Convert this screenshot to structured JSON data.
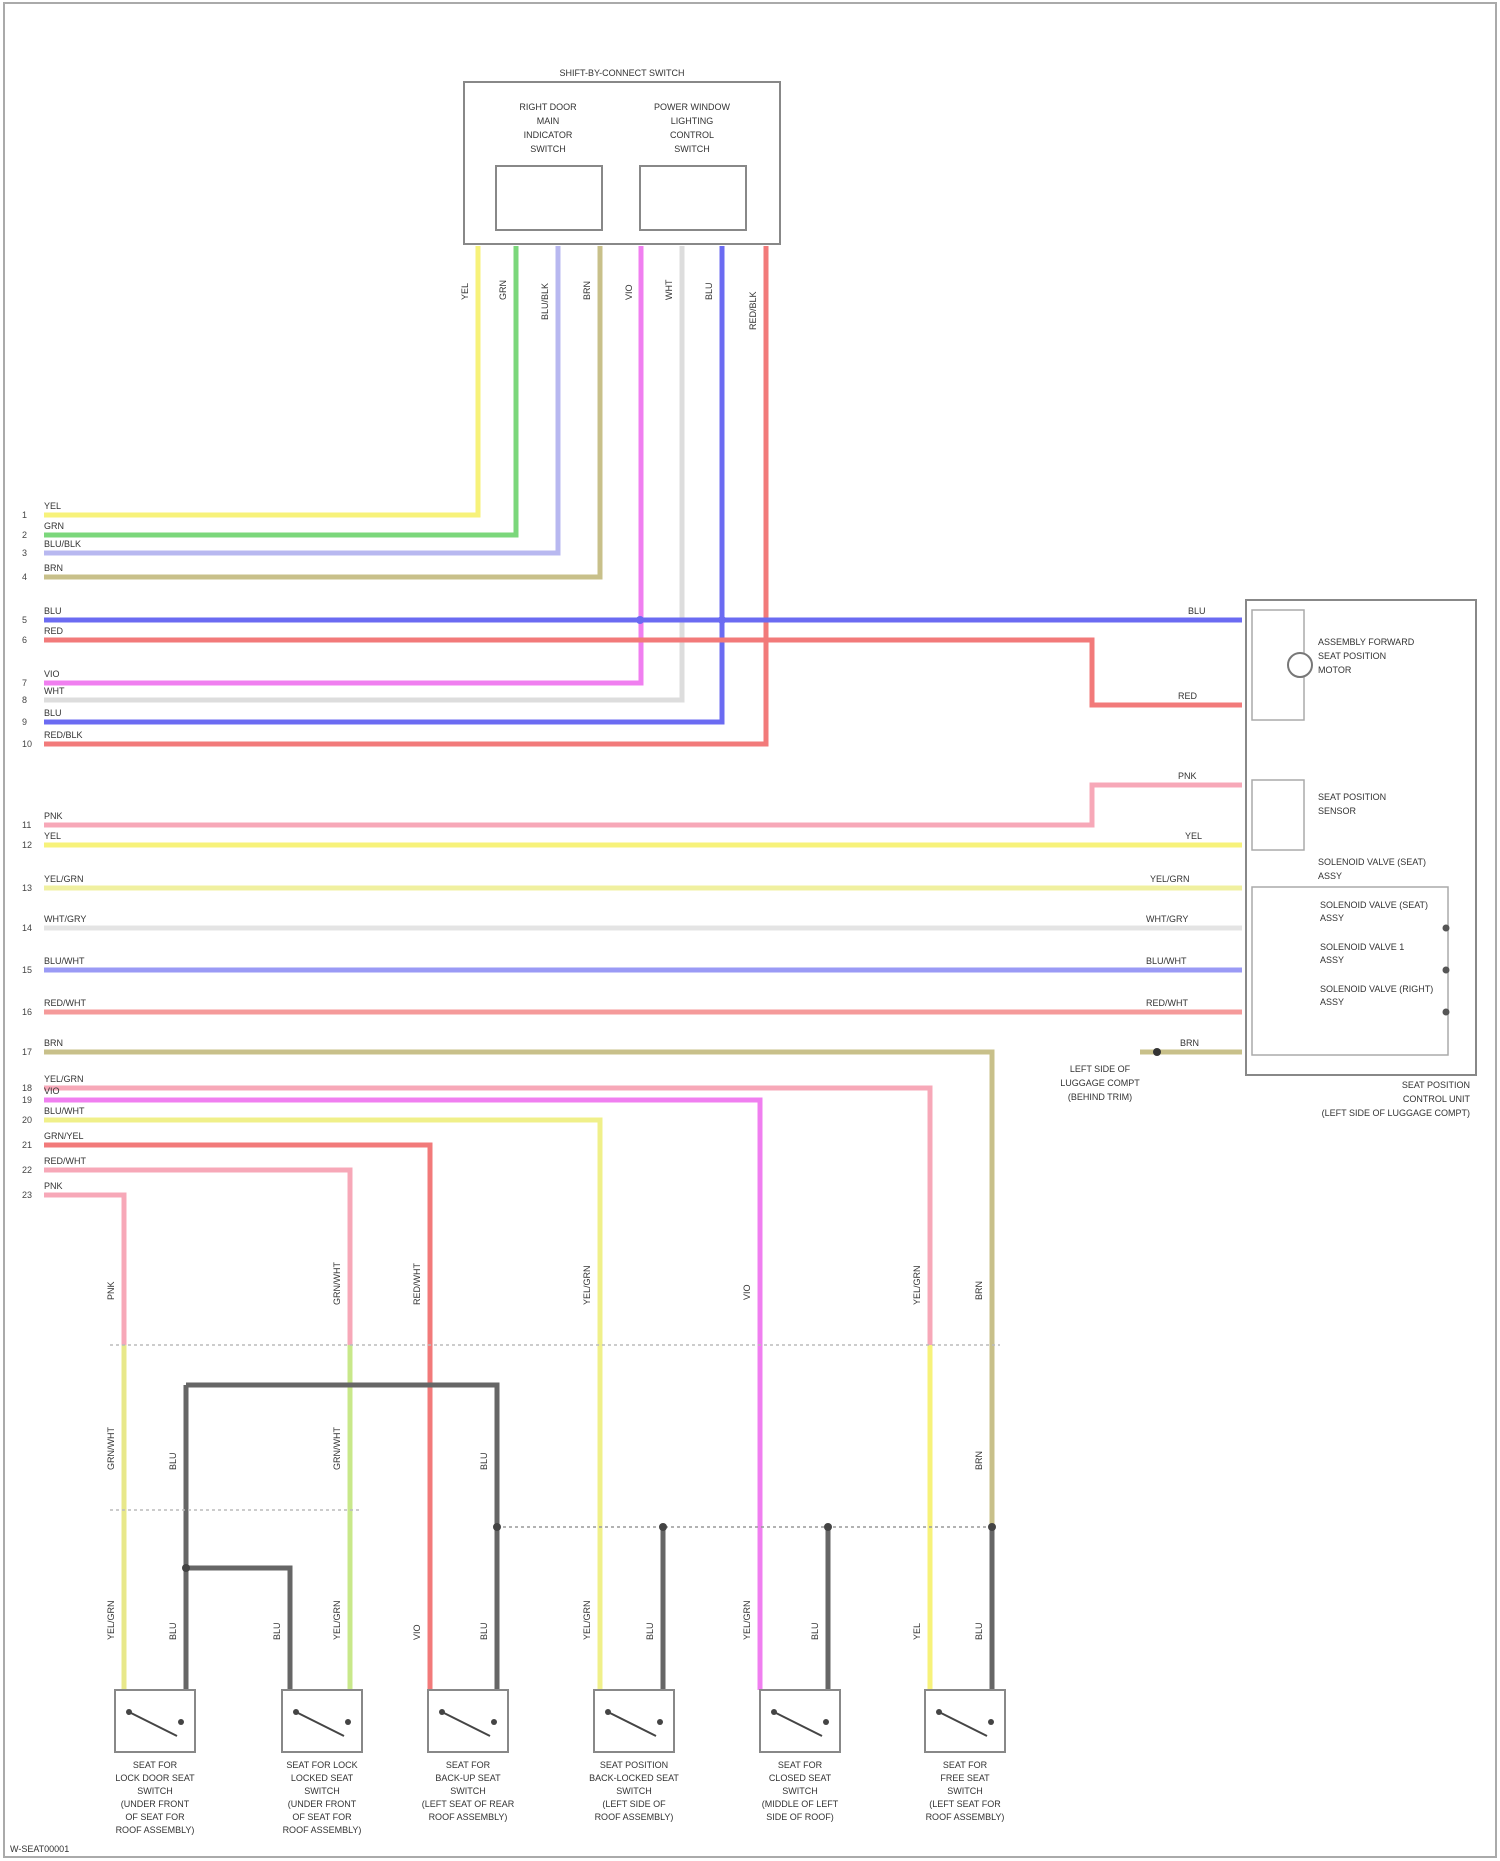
{
  "diagram": {
    "top_component": {
      "title": "SHIFT-BY-CONNECT SWITCH",
      "left_section": [
        "RIGHT DOOR",
        "MAIN",
        "INDICATOR",
        "SWITCH"
      ],
      "right_section": [
        "POWER WINDOW",
        "LIGHTING",
        "CONTROL",
        "SWITCH"
      ],
      "wire_labels": [
        "YEL",
        "GRN",
        "BLU/BLK",
        "BRN",
        "VIO",
        "WHT",
        "BLU",
        "RED/BLK"
      ]
    },
    "right_component": {
      "title": [
        "SEAT POSITION",
        "CONTROL UNIT"
      ],
      "subtitle": [
        "(LEFT SIDE OF LUGGAGE COMPT)"
      ],
      "motor_label": [
        "ASSEMBLY FORWARD",
        "SEAT POSITION",
        "MOTOR"
      ],
      "sensor_label": [
        "SEAT POSITION",
        "SENSOR"
      ],
      "valve_label": [
        "SOLENOID VALVE (SEAT)",
        "ASSY"
      ],
      "sub_labels": [
        [
          "SOLENOID VALVE (SEAT)",
          "ASSY"
        ],
        [
          "SOLENOID VALVE 1",
          "ASSY"
        ],
        [
          "SOLENOID VALVE (RIGHT)",
          "ASSY"
        ]
      ],
      "wire_labels": [
        "BLU",
        "RED",
        "PNK",
        "YEL",
        "YEL/GRN",
        "WHT/GRY",
        "BLU/WHT",
        "RED/WHT",
        "BRN"
      ],
      "ground_label": [
        "LEFT SIDE OF",
        "LUGGAGE COMPT",
        "(BEHIND TRIM)"
      ]
    },
    "left_wire_labels": [
      "YEL",
      "GRN",
      "BLU/BLK",
      "BRN",
      "BLU",
      "RED",
      "VIO",
      "WHT",
      "BLU",
      "RED/BLK",
      "PNK",
      "YEL",
      "YEL/GRN",
      "WHT/GRY",
      "BLU/WHT",
      "RED/WHT",
      "BRN",
      "YEL/GRN",
      "VIO",
      "BLU/WHT",
      "GRN/YEL",
      "RED/WHT",
      "PNK"
    ],
    "left_wire_numbers": [
      "1",
      "2",
      "3",
      "4",
      "5",
      "6",
      "7",
      "8",
      "9",
      "10",
      "11",
      "12",
      "13",
      "14",
      "15",
      "16",
      "17",
      "18",
      "19",
      "20",
      "21",
      "22",
      "23"
    ],
    "vertical_labels_upper": [
      "PNK",
      "GRN/WHT",
      "RED/WHT",
      "YEL/GRN",
      "VIO",
      "YEL/GRN",
      "BRN"
    ],
    "vertical_labels_mid": [
      "GRN/WHT",
      "BLU",
      "GRN/WHT",
      "BLU",
      "BRN"
    ],
    "vertical_labels_lower": [
      "YEL/GRN",
      "BLU",
      "BLU",
      "YEL/GRN",
      "VIO",
      "BLU",
      "YEL/GRN",
      "BLU",
      "YEL/GRN",
      "BLU",
      "YEL",
      "BLU"
    ],
    "switches": [
      {
        "name": [
          "SEAT FOR",
          "LOCK DOOR SEAT",
          "SWITCH",
          "(UNDER FRONT",
          "OF SEAT FOR",
          "ROOF ASSEMBLY)"
        ]
      },
      {
        "name": [
          "SEAT FOR LOCK",
          "LOCKED SEAT",
          "SWITCH",
          "(UNDER FRONT",
          "OF SEAT FOR",
          "ROOF ASSEMBLY)"
        ]
      },
      {
        "name": [
          "SEAT FOR",
          "BACK-UP SEAT",
          "SWITCH",
          "(LEFT SEAT OF REAR",
          "ROOF ASSEMBLY)"
        ]
      },
      {
        "name": [
          "SEAT POSITION",
          "BACK-LOCKED SEAT",
          "SWITCH",
          "(LEFT SIDE OF",
          "ROOF ASSEMBLY)"
        ]
      },
      {
        "name": [
          "SEAT FOR",
          "CLOSED SEAT",
          "SWITCH",
          "(MIDDLE OF LEFT",
          "SIDE OF ROOF)"
        ]
      },
      {
        "name": [
          "SEAT FOR",
          "FREE SEAT",
          "SWITCH",
          "(LEFT SEAT FOR",
          "ROOF ASSEMBLY)"
        ]
      }
    ],
    "footer_code": "W-SEAT00001"
  }
}
